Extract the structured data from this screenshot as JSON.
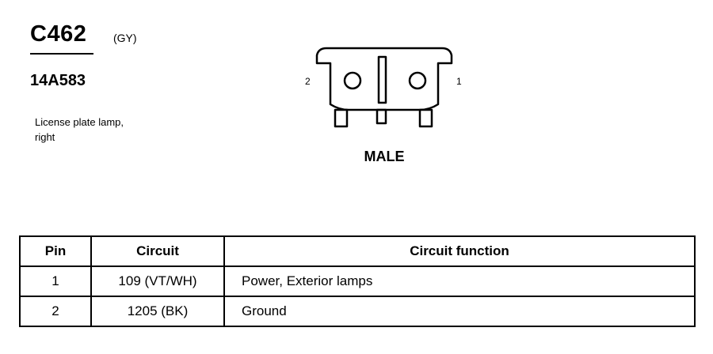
{
  "connector": {
    "id": "C462",
    "color": "(GY)",
    "part_number": "14A583",
    "description_lines": [
      "License plate lamp,",
      "right"
    ]
  },
  "diagram": {
    "pin_left_label": "2",
    "pin_right_label": "1",
    "gender": "MALE"
  },
  "table": {
    "headers": [
      "Pin",
      "Circuit",
      "Circuit function"
    ],
    "rows": [
      {
        "pin": "1",
        "circuit": "109 (VT/WH)",
        "function": "Power, Exterior lamps"
      },
      {
        "pin": "2",
        "circuit": "1205 (BK)",
        "function": "Ground"
      }
    ]
  }
}
